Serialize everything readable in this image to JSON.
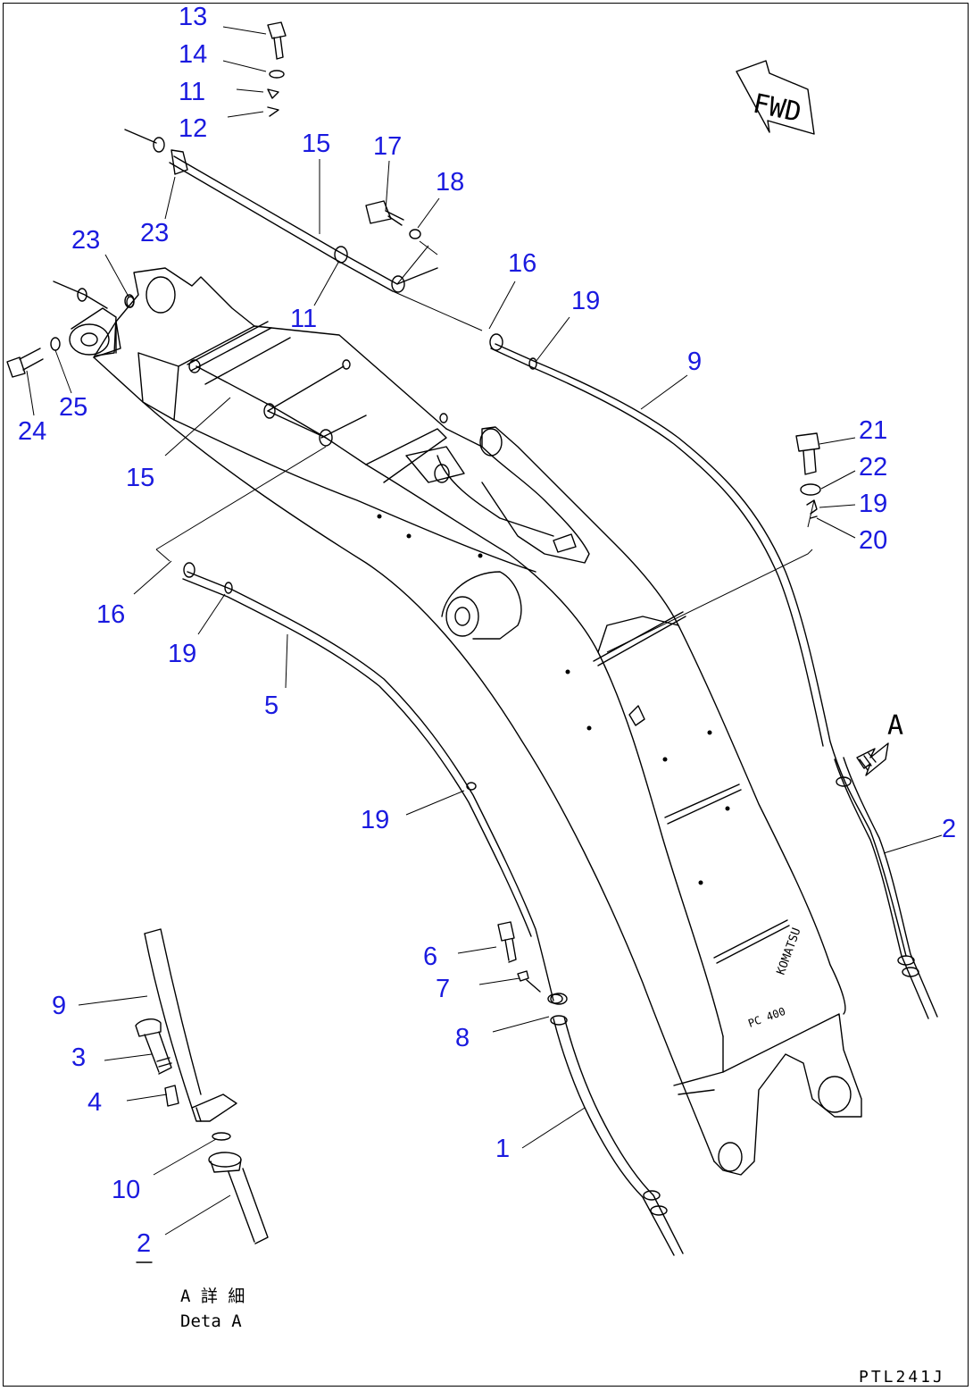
{
  "callouts": {
    "c13": "13",
    "c14": "14",
    "c11a": "11",
    "c12": "12",
    "c15a": "15",
    "c17": "17",
    "c18": "18",
    "c23a": "23",
    "c23b": "23",
    "c16a": "16",
    "c19a": "19",
    "c11b": "11",
    "c9a": "9",
    "c24": "24",
    "c25": "25",
    "c15b": "15",
    "c21": "21",
    "c22": "22",
    "c19b": "19",
    "c20": "20",
    "c16b": "16",
    "c19c": "19",
    "c5": "5",
    "cA": "A",
    "c19d": "19",
    "c2a": "2",
    "c6": "6",
    "c7": "7",
    "c8": "8",
    "c9b": "9",
    "c3": "3",
    "c4": "4",
    "c1": "1",
    "c10": "10",
    "c2b": "2"
  },
  "fwd_label": "FWD",
  "detail_label": {
    "jp": "A 詳 細",
    "en": "Deta   A"
  },
  "drawing_code": "PTL241J",
  "colors": {
    "callout": "#1a1adf",
    "line": "#000000",
    "background": "#ffffff"
  }
}
